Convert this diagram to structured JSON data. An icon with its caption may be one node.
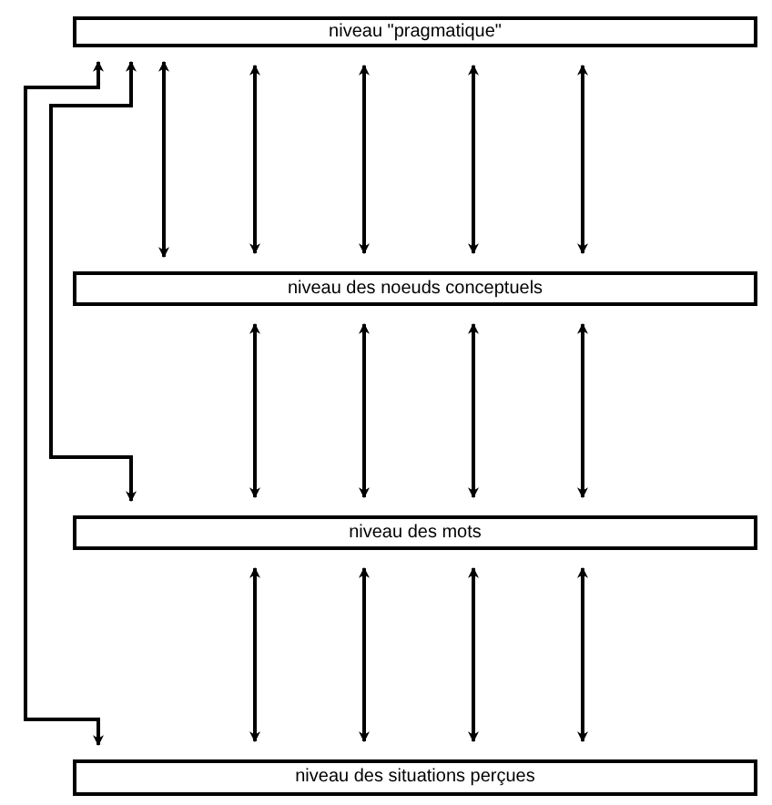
{
  "diagram": {
    "nodes": [
      {
        "text": [
          "niveau \"pragmatique\""
        ]
      },
      {
        "text": [
          "niveau des noeuds conceptuels"
        ]
      },
      {
        "text": [
          "niveau des mots"
        ]
      },
      {
        "text": [
          "niveau des situations perçues"
        ]
      }
    ],
    "edges": [
      {
        "from": 0,
        "to": 3,
        "arrow": "both"
      },
      {
        "from": 0,
        "to": 2,
        "arrow": "both"
      },
      {
        "from": 0,
        "to": 1,
        "arrow": "both"
      },
      {
        "from": 0,
        "to": 1,
        "arrow": "both"
      },
      {
        "from": 0,
        "to": 1,
        "arrow": "both"
      },
      {
        "from": 0,
        "to": 1,
        "arrow": "both"
      },
      {
        "from": 0,
        "to": 1,
        "arrow": "both"
      },
      {
        "from": 1,
        "to": 2,
        "arrow": "both"
      },
      {
        "from": 1,
        "to": 2,
        "arrow": "both"
      },
      {
        "from": 1,
        "to": 2,
        "arrow": "both"
      },
      {
        "from": 1,
        "to": 2,
        "arrow": "both"
      },
      {
        "from": 2,
        "to": 3,
        "arrow": "both"
      },
      {
        "from": 2,
        "to": 3,
        "arrow": "both"
      },
      {
        "from": 2,
        "to": 3,
        "arrow": "both"
      },
      {
        "from": 2,
        "to": 3,
        "arrow": "both"
      }
    ]
  }
}
